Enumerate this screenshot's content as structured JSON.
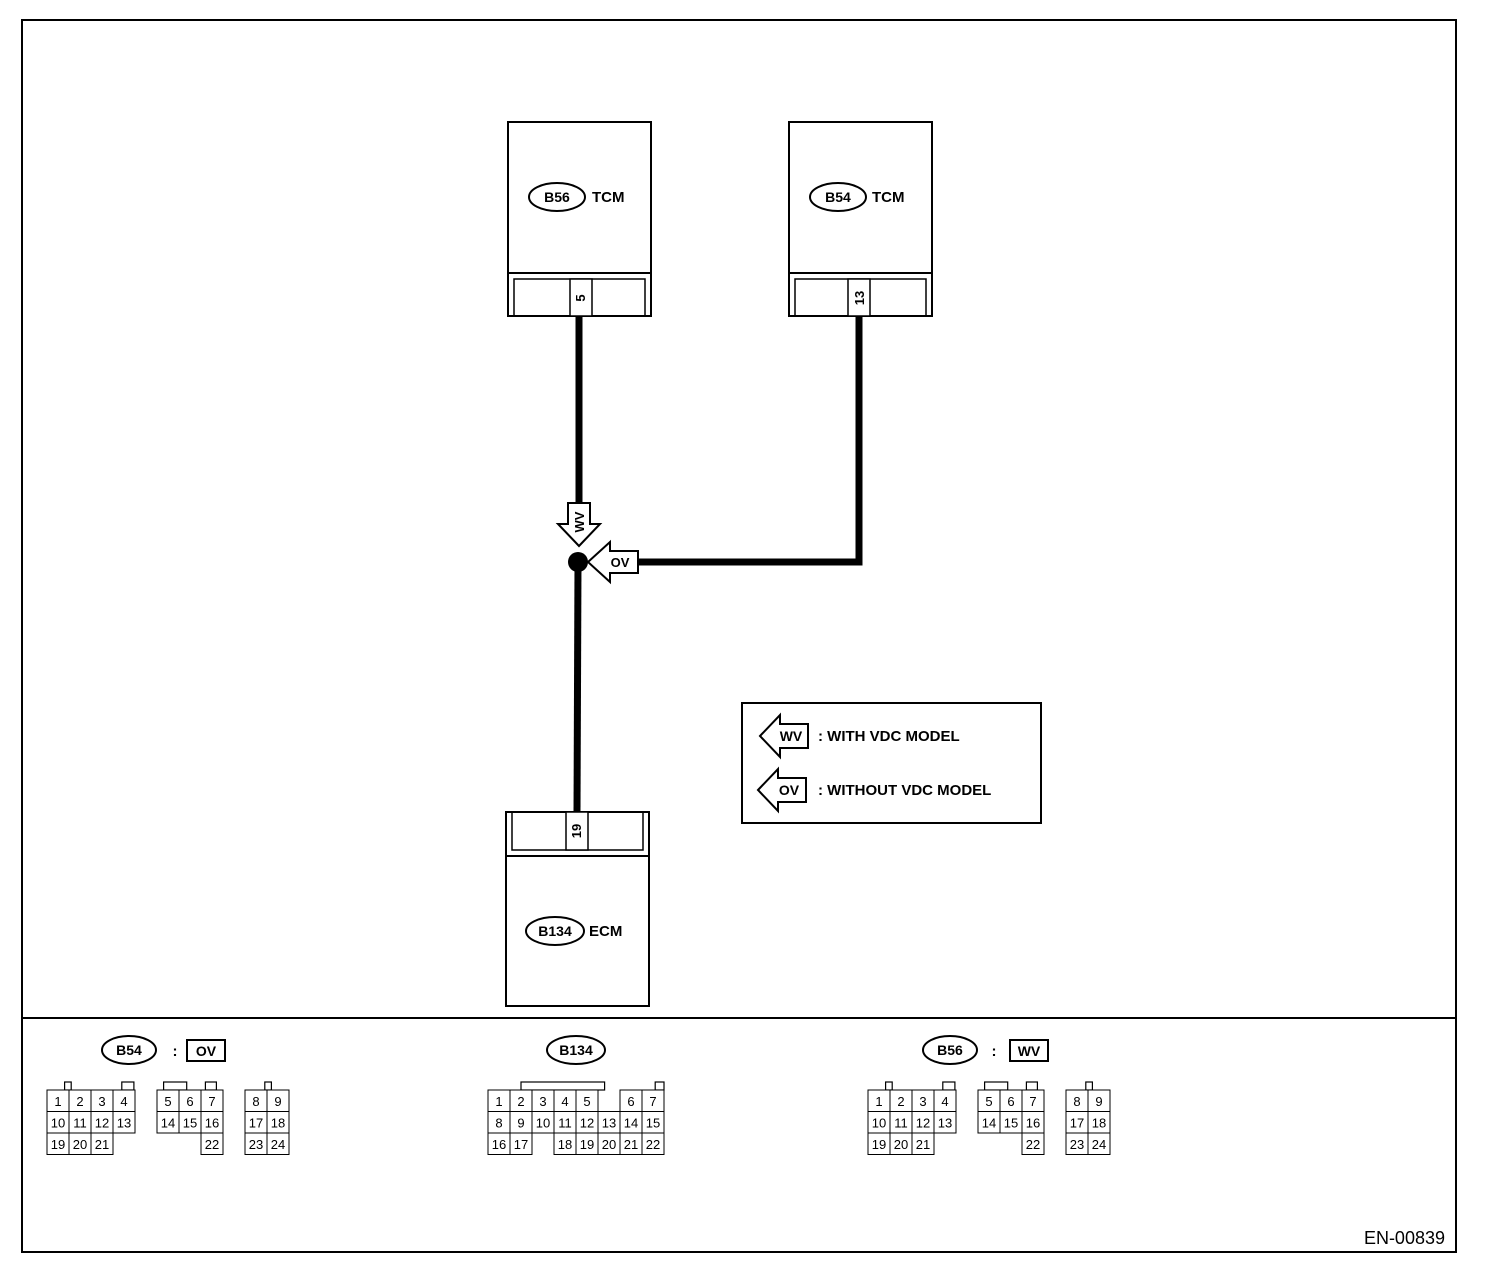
{
  "modules": {
    "tcm_b56": {
      "connector": "B56",
      "name": "TCM",
      "pin": "5"
    },
    "tcm_b54": {
      "connector": "B54",
      "name": "TCM",
      "pin": "13"
    },
    "ecm_b134": {
      "connector": "B134",
      "name": "ECM",
      "pin": "19"
    }
  },
  "junction": {
    "wv_tag": "WV",
    "ov_tag": "OV"
  },
  "legend": {
    "wv_tag": "WV",
    "wv_text": ": WITH VDC MODEL",
    "ov_tag": "OV",
    "ov_text": ": WITHOUT VDC MODEL"
  },
  "connector_views": {
    "b54": {
      "id": "B54",
      "sep": ":",
      "tag": "OV",
      "pins": [
        "1",
        "2",
        "3",
        "4",
        "5",
        "6",
        "7",
        "8",
        "9",
        "10",
        "11",
        "12",
        "13",
        "14",
        "15",
        "16",
        "17",
        "18",
        "19",
        "20",
        "21",
        "22",
        "23",
        "24"
      ]
    },
    "b134": {
      "id": "B134",
      "pins": [
        "1",
        "2",
        "3",
        "4",
        "5",
        "6",
        "7",
        "8",
        "9",
        "10",
        "11",
        "12",
        "13",
        "14",
        "15",
        "16",
        "17",
        "18",
        "19",
        "20",
        "21",
        "22"
      ]
    },
    "b56": {
      "id": "B56",
      "sep": ":",
      "tag": "WV",
      "pins": [
        "1",
        "2",
        "3",
        "4",
        "5",
        "6",
        "7",
        "8",
        "9",
        "10",
        "11",
        "12",
        "13",
        "14",
        "15",
        "16",
        "17",
        "18",
        "19",
        "20",
        "21",
        "22",
        "23",
        "24"
      ]
    }
  },
  "figure_code": "EN-00839"
}
